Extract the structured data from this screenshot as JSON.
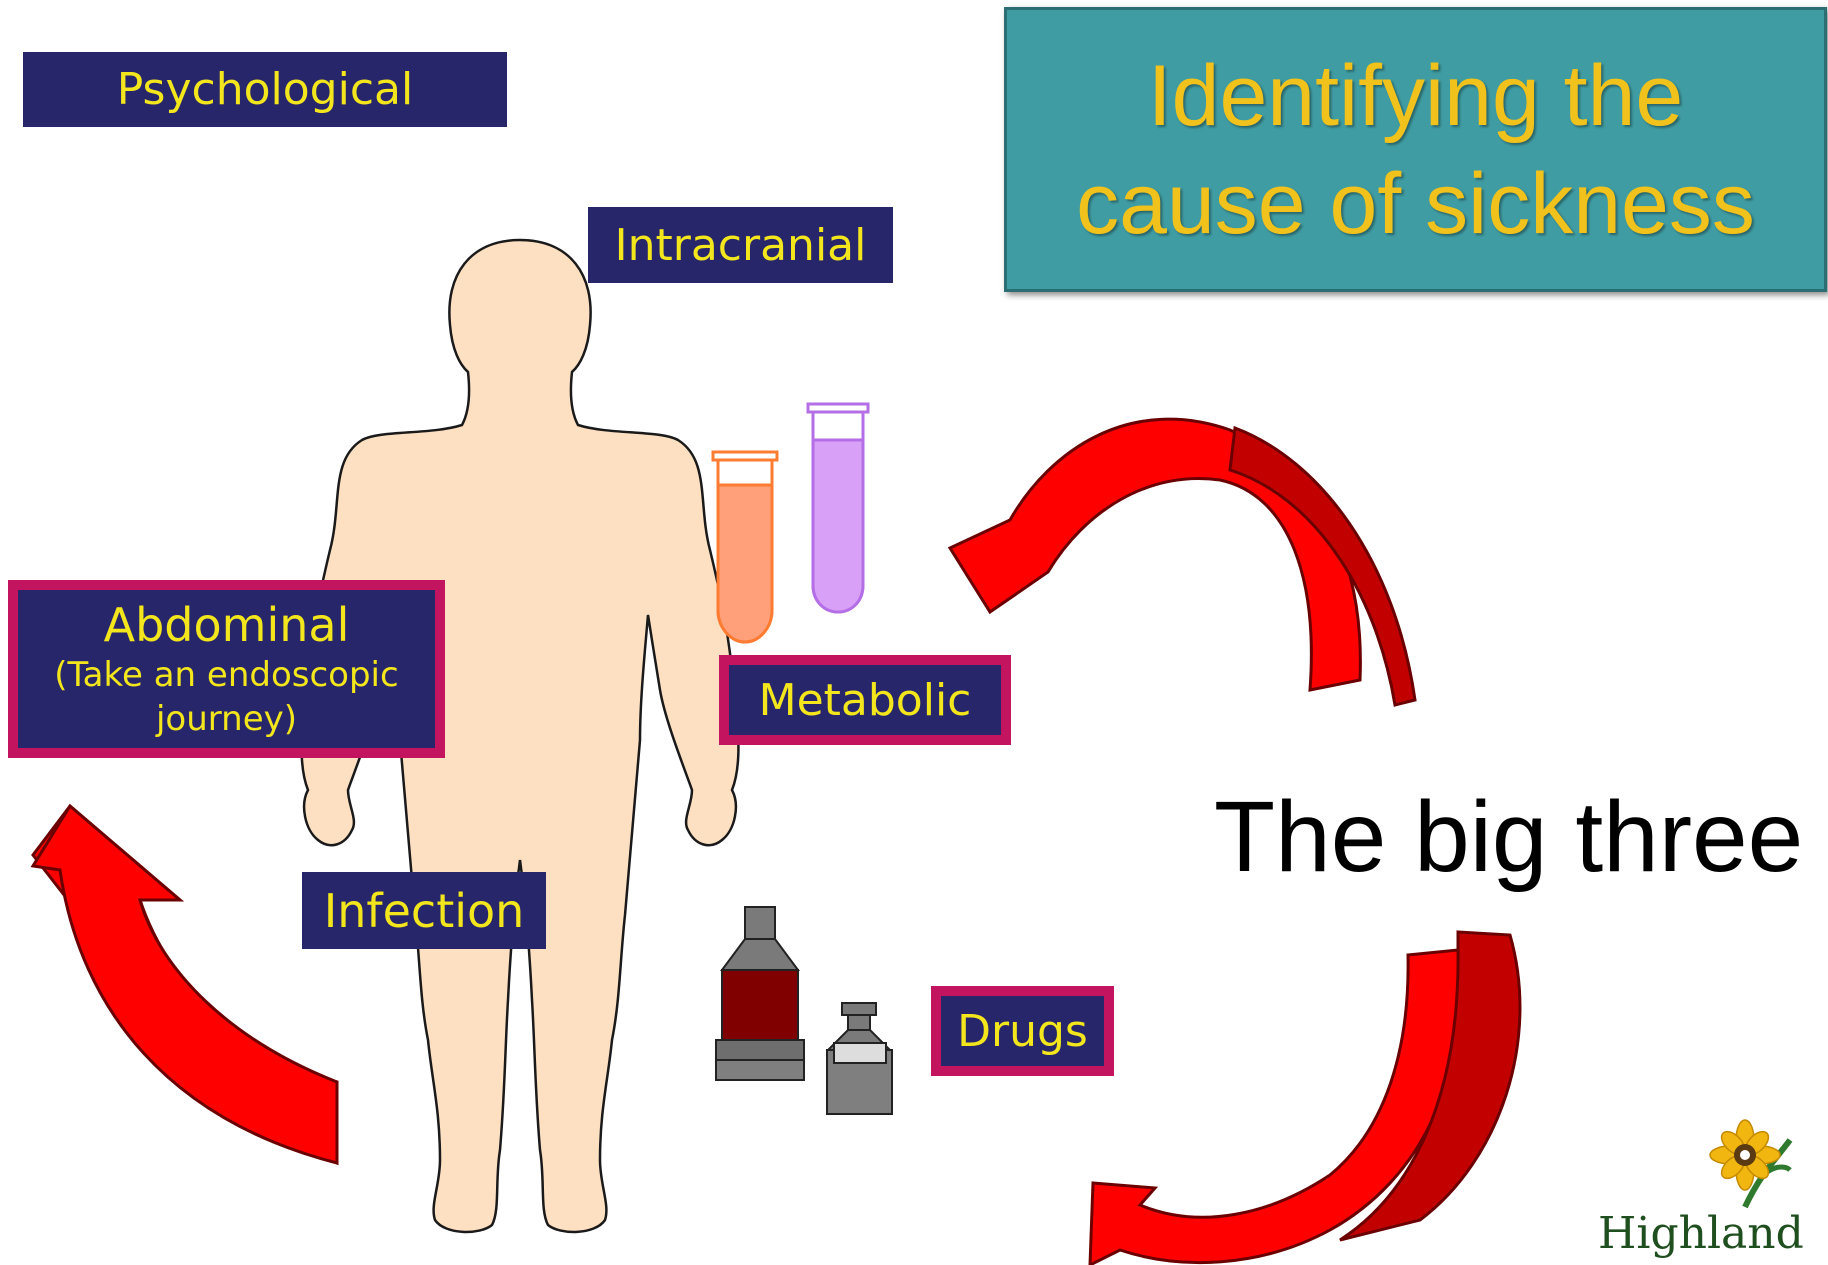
{
  "title": {
    "line1": "Identifying the",
    "line2": "cause of sickness"
  },
  "labels": {
    "psychological": "Psychological",
    "intracranial": "Intracranial",
    "abdominal": "Abdominal",
    "abdominal_sub1": "(Take an endoscopic",
    "abdominal_sub2": "journey)",
    "metabolic": "Metabolic",
    "infection": "Infection",
    "drugs": "Drugs"
  },
  "big_three": "The big three",
  "logo": {
    "text": "Highland",
    "icon": "sunflower-logo-icon"
  },
  "colors": {
    "label_bg": "#27266a",
    "label_text": "#f3e61c",
    "highlight_border": "#c2145f",
    "title_bg": "#3f9ca2",
    "title_text": "#f2c21c",
    "arrow": "#e80000"
  }
}
